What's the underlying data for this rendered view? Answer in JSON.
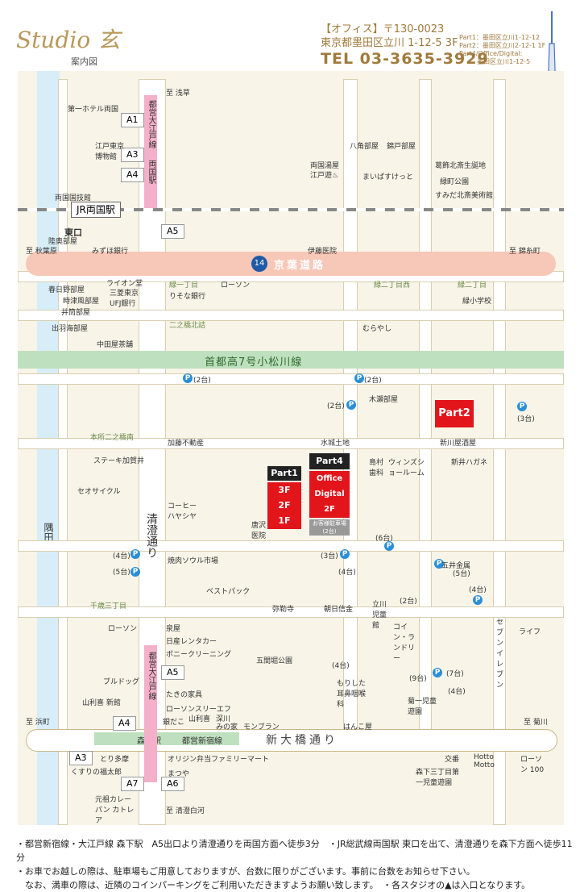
{
  "header": {
    "logo_text": "Studio 玄",
    "logo_sub": "案内図",
    "office_line": "【オフィス】〒130-0023",
    "address": "東京都墨田区立川 1-12-5 3F",
    "tel": "TEL 03-3635-3929",
    "part1": "Part1：墨田区立川1-12-12",
    "part2": "Part2：墨田区立川2-12-1 1F",
    "part4a": "Part4/Office/Digital:",
    "part4b": "墨田区立川1-12-5"
  },
  "map": {
    "to_asakusa": "至 浅草",
    "to_akihabara": "至 秋葉原",
    "to_kinshicho": "至 錦糸町",
    "to_hamacho": "至 浜町",
    "to_kikukawa": "至 菊川",
    "to_kiyosumi": "至 清澄白河",
    "keiyo": "京葉道路",
    "route14": "14",
    "shuto": "首都高7号小松川線",
    "kiyosumi_dori": "清澄通り",
    "shin_ohashi": "新大橋通り",
    "sumidagawa": "隅田川",
    "jr_ryogoku": "JR両国駅",
    "higashiguchi": "東口",
    "oedo1": "都営大江戸線",
    "ryogoku_st": "両国駅",
    "oedo2": "都営大江戸線",
    "morishita": "森下駅",
    "shinjuku_line": "都営新宿線",
    "exits": [
      "A1",
      "A3",
      "A4",
      "A5",
      "A5",
      "A4",
      "A3",
      "A7",
      "A6"
    ],
    "part1": "Part1",
    "part1_floors": [
      "3F",
      "2F",
      "1F"
    ],
    "part4": "Part4",
    "part4_floors": [
      "Office",
      "Digital",
      "2F"
    ],
    "part4_parking": "お客様駐車場",
    "part4_parking_count": "(2台)",
    "part2": "Part2",
    "labels": {
      "hotel": "第一ホテル両国",
      "edo_museum": "江戸東京博物館",
      "kokugikan": "両国国技館",
      "hakkaku": "八角部屋",
      "nishikido": "錦戸部屋",
      "ryogoku_onsen": "両国湯屋",
      "edoyu": "江戸遊♨",
      "mabashi": "まいばすけっと",
      "hokusai_museum": "葛飾北斎生誕地",
      "midori_park": "緑町公園",
      "sumida_hokusai": "すみだ北斎美術館",
      "rikishi": "陸奥部屋",
      "mizuho": "みずほ銀行",
      "ito": "伊藤医院",
      "lion": "ライオン堂",
      "mufg": "三菱東京UFJ銀行",
      "kasugano": "春日野部屋",
      "tokitsukaze": "時津風部屋",
      "risona": "りそな銀行",
      "lawson1": "ローソン",
      "izutsu": "井筒部屋",
      "dewanoumi": "出羽海部屋",
      "midori1": "緑一丁目",
      "futanohashi": "二之橋北詰",
      "midori2": "緑二丁目西",
      "midori3": "緑二丁目",
      "midori_es": "緑小学校",
      "murayashi": "むらやし",
      "nakata": "中田屋茶舗",
      "kise": "木瀬部屋",
      "honjo": "本所二之橋南",
      "kato": "加藤不動産",
      "mizuno": "水城土地",
      "shinkawaya": "新川屋酒屋",
      "steak": "ステーキ加賀井",
      "seoucycle": "セオサイクル",
      "shimamura": "島村歯科",
      "winds": "ウィンズショールーム",
      "arai": "新井ハガネ",
      "coffee": "コーヒーハヤシヤ",
      "karasawa": "唐沢医院",
      "yakiniku": "焼肉ソウル市場",
      "gohyaku": "五井金属",
      "bestpack": "ベストパック",
      "sengoku": "千歳三丁目",
      "miroku": "弥勒寺",
      "asahi": "朝日信金",
      "tachikawa": "立川児童館",
      "lawson2": "ローソン",
      "izumiya": "泉屋",
      "nissan": "日産レンタカー",
      "bony": "ボニークリーニング",
      "coin_laundry": "コイン・ランドリー",
      "seven": "セブンイレブン",
      "life": "ライフ",
      "gokenbori": "五間堀公園",
      "morishita_ps": "もりした耳鼻咽喉科",
      "bulldog": "ブルドッグ",
      "yamatoki": "山利喜 新館",
      "takino": "たきの家具",
      "lawson_three": "ローソンスリーエフ",
      "gindaiko": "銀だこ",
      "yamariki": "山利喜",
      "fukagawa": "深川",
      "mino": "みの家",
      "monpuran": "モンブラン",
      "hankoya": "はんこ屋",
      "kikuichi": "菊一児童遊園",
      "toritama": "とり多摩",
      "kusuri": "くすりの福太郎",
      "origin": "オリジン弁当",
      "family": "ファミリーマート",
      "matsuya": "まつや",
      "genki": "元祖カレーパン カトレア",
      "koban": "交番",
      "hotto": "Hotto Motto",
      "morishita3": "森下三丁目第一児童遊園",
      "lawson3": "ローソン 100"
    },
    "parking": [
      "(2台)",
      "(2台)",
      "(2台)",
      "(3台)",
      "(6台)",
      "(3台)",
      "(4台)",
      "(5台)",
      "(4台)",
      "(5台)",
      "(2台)",
      "(4台)",
      "(4台)",
      "(7台)",
      "(9台)",
      "(4台)"
    ]
  },
  "notes": [
    "・都営新宿線・大江戸線 森下駅　A5出口より清澄通りを両国方面へ徒歩3分　・JR総武線両国駅 東口を出て、清澄通りを森下方面へ徒歩11分",
    "・お車でお越しの際は、駐車場もご用意しておりますが、台数に限りがございます。事前に台数をお知らせ下さい。",
    "　なお、満車の際は、近隣のコインパーキングをご利用いただきますようお願い致します。　・各スタジオの▲は入口となります。"
  ]
}
